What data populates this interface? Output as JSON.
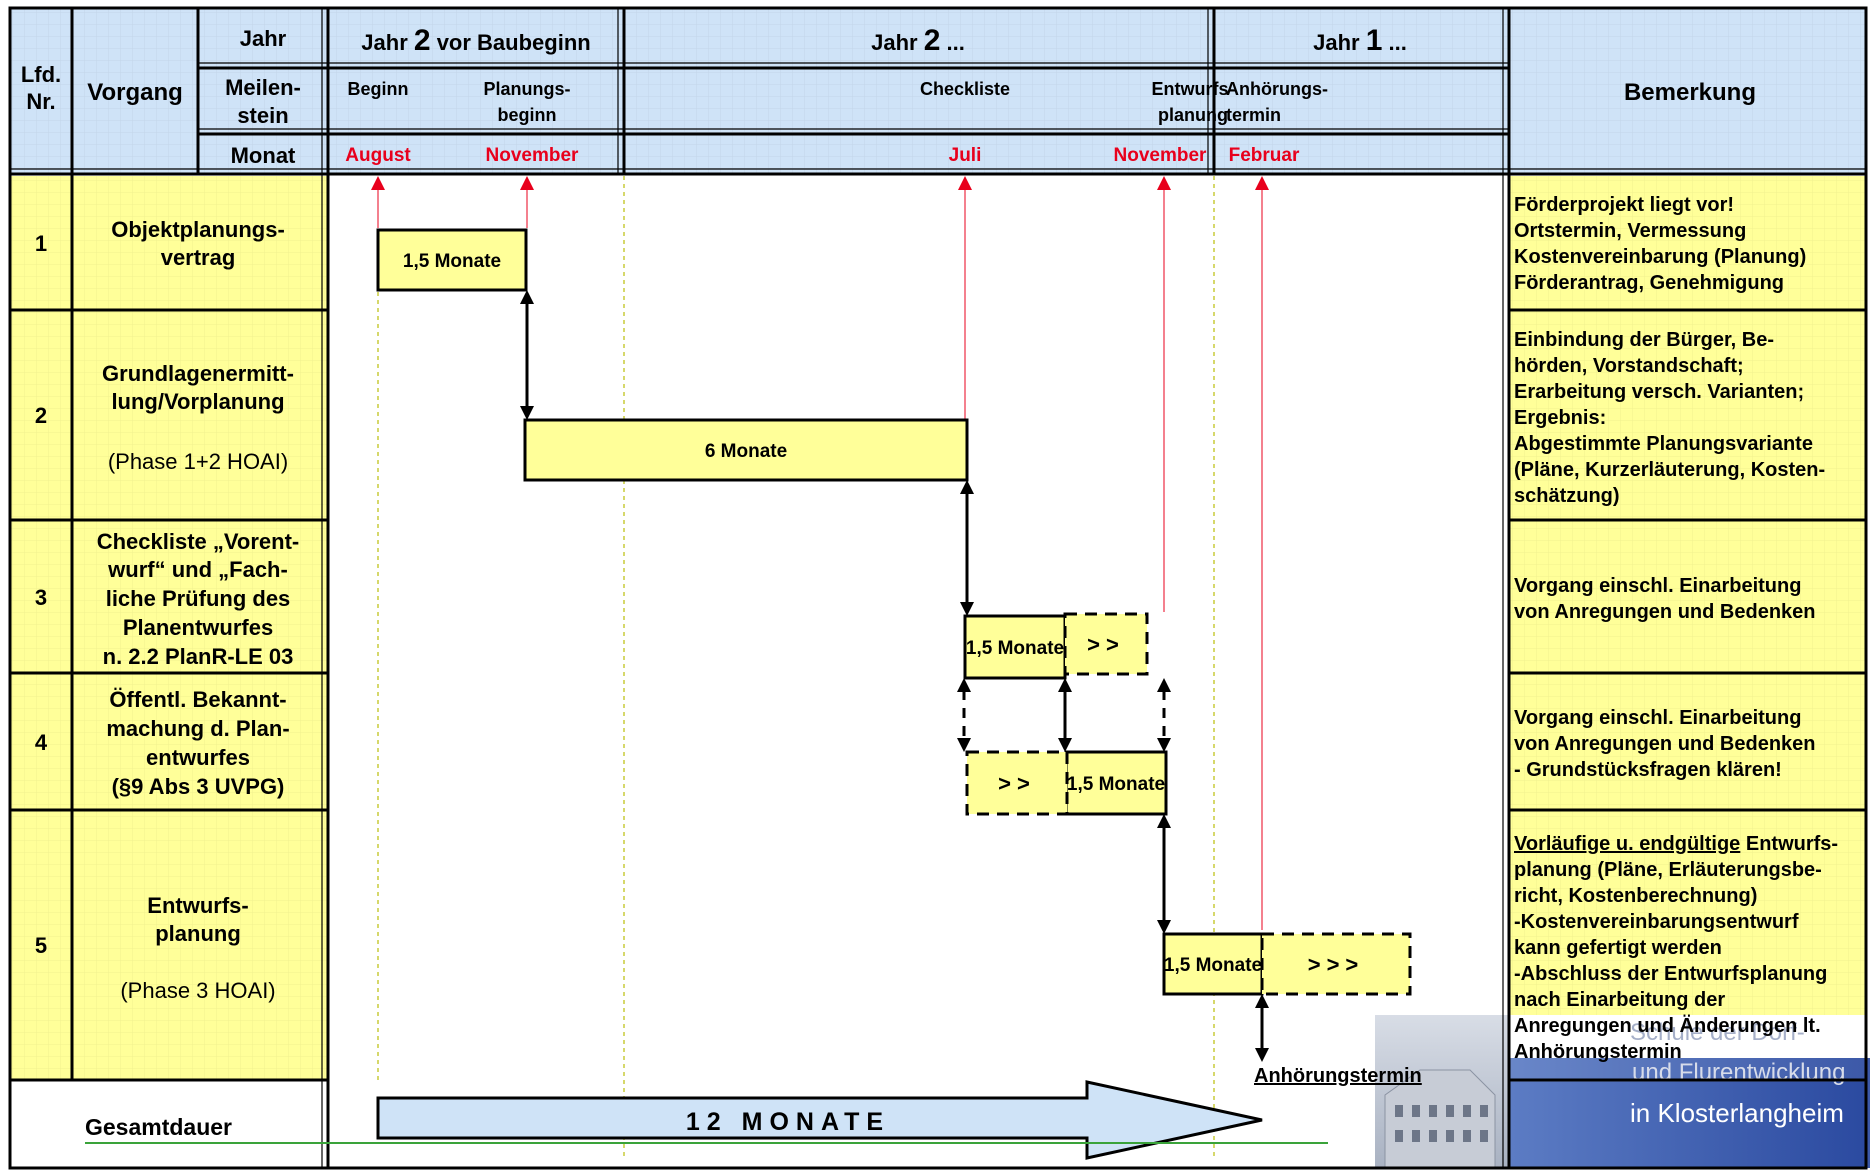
{
  "header": {
    "lfd": [
      "Lfd.",
      "Nr."
    ],
    "vorgang": "Vorgang",
    "jahr_label": "Jahr",
    "meilenstein": [
      "Meilen-",
      "stein"
    ],
    "monat_label": "Monat",
    "bemerkung": "Bemerkung",
    "years": [
      {
        "pre": "Jahr",
        "num": "2",
        "post": "vor Baubeginn"
      },
      {
        "pre": "Jahr",
        "num": "2",
        "post": "..."
      },
      {
        "pre": "Jahr",
        "num": "1",
        "post": "..."
      }
    ],
    "milestones": [
      {
        "lines": [
          "Beginn"
        ],
        "month": "August"
      },
      {
        "lines": [
          "Planungs-",
          "beginn"
        ],
        "month": "November"
      },
      {
        "lines": [
          "Checkliste"
        ],
        "month": "Juli"
      },
      {
        "lines": [
          "Entwurfs-",
          "planung"
        ],
        "month": "November"
      },
      {
        "lines": [
          "Anhörungs-",
          "termin"
        ],
        "month": "Februar"
      }
    ]
  },
  "rows": [
    {
      "nr": "1",
      "vorgang": [
        "Objektplanungs-",
        "vertrag"
      ],
      "sub": "",
      "remarks": [
        "Förderprojekt liegt vor!",
        "Ortstermin, Vermessung",
        "Kostenvereinbarung (Planung)",
        "Förderantrag, Genehmigung"
      ]
    },
    {
      "nr": "2",
      "vorgang": [
        "Grundlagenermitt-",
        "lung/Vorplanung"
      ],
      "sub": "(Phase 1+2 HOAI)",
      "remarks": [
        "Einbindung der Bürger, Be-",
        "hörden, Vorstandschaft;",
        "Erarbeitung versch. Varianten;",
        "Ergebnis:",
        "Abgestimmte Planungsvariante",
        "(Pläne, Kurzerläuterung, Kosten-",
        "schätzung)"
      ]
    },
    {
      "nr": "3",
      "vorgang": [
        "Checkliste „Vorent-",
        "wurf“ und „Fach-",
        "liche Prüfung des",
        "Planentwurfes",
        "n. 2.2 PlanR-LE 03"
      ],
      "sub": "",
      "remarks": [
        "Vorgang einschl. Einarbeitung",
        "von Anregungen und Bedenken"
      ]
    },
    {
      "nr": "4",
      "vorgang": [
        "Öffentl. Bekannt-",
        "machung d. Plan-",
        "entwurfes",
        "(§9 Abs 3 UVPG)"
      ],
      "sub": "",
      "remarks": [
        "Vorgang einschl. Einarbeitung",
        "von Anregungen und Bedenken",
        "- Grundstücksfragen klären!"
      ]
    },
    {
      "nr": "5",
      "vorgang": [
        "Entwurfs-",
        "planung"
      ],
      "sub": "(Phase 3 HOAI)",
      "remarks": [
        "Vorläufige u. endgültige Entwurfs-",
        "planung (Pläne, Erläuterungsbe-",
        "richt, Kostenberechnung)",
        "-Kostenvereinbarungsentwurf",
        " kann gefertigt werden",
        "-Abschluss der Entwurfsplanung",
        " nach Einarbeitung der",
        " Anregungen und Änderungen lt.",
        " Anhörungstermin"
      ],
      "remark_underline": "Vorläufige u. endgültige"
    }
  ],
  "bars": [
    {
      "label": "1,5 Monate"
    },
    {
      "label": "6 Monate"
    },
    {
      "label": "1,5 Monate"
    },
    {
      "label": "1,5 Monate"
    },
    {
      "label": "1,5 Monate"
    }
  ],
  "extensions": [
    ">>",
    ">>",
    ">>>"
  ],
  "anhoerung_label": "Anhörungstermin",
  "gesamtdauer": "Gesamtdauer",
  "total_label": "12  MONATE",
  "logo": {
    "lines": [
      "Schule der Dorf-",
      "und Flurentwicklung",
      "in Klosterlangheim"
    ]
  },
  "colors": {
    "header": "#cfe3f7",
    "yellow": "#ffff99",
    "red": "#e8001c",
    "arrow": "#cfe3f7",
    "green": "#3aa33a"
  }
}
